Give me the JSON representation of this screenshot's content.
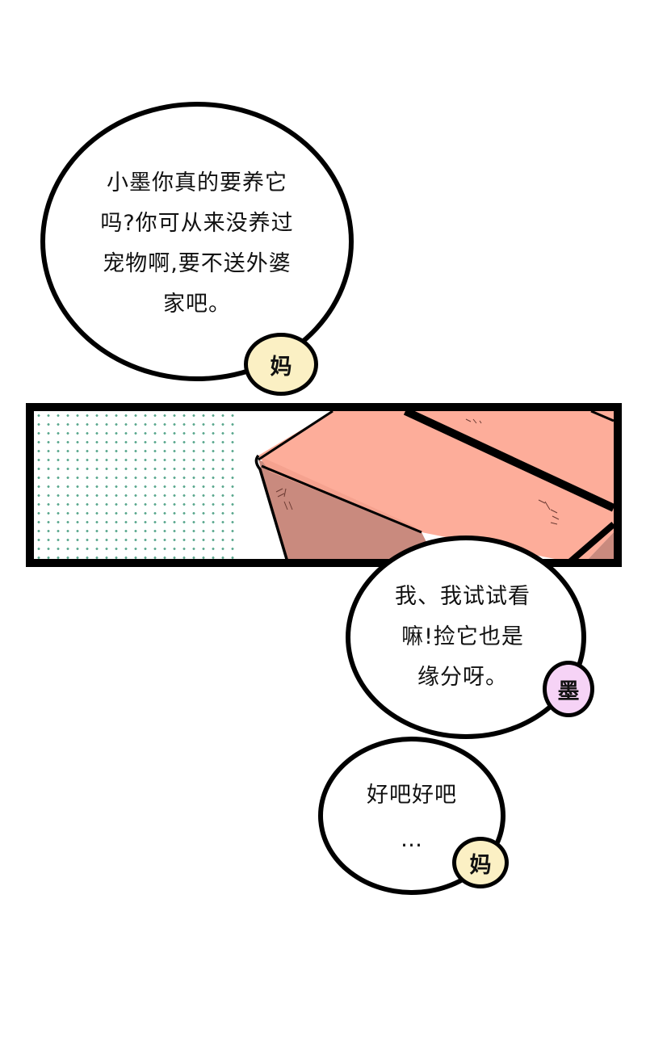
{
  "bubbles": [
    {
      "speaker": "妈",
      "speaker_color": "#fbf0c4",
      "lines": [
        "小墨你真的要养它",
        "吗?你可从来没养过",
        "宠物啊,要不送外婆",
        "家吧。"
      ]
    },
    {
      "speaker": "墨",
      "speaker_color": "#f6d3f6",
      "lines": [
        "我、我试试看",
        "嘛!捡它也是",
        "缘分呀。"
      ]
    },
    {
      "speaker": "妈",
      "speaker_color": "#fbf0c4",
      "lines": [
        "好吧好吧",
        "…"
      ]
    }
  ],
  "panel": {
    "description": "cardboard-box-closeup",
    "box_top_color": "#fdad9a",
    "box_side_color": "#c98a7e",
    "dot_color": "#5aa88e"
  }
}
